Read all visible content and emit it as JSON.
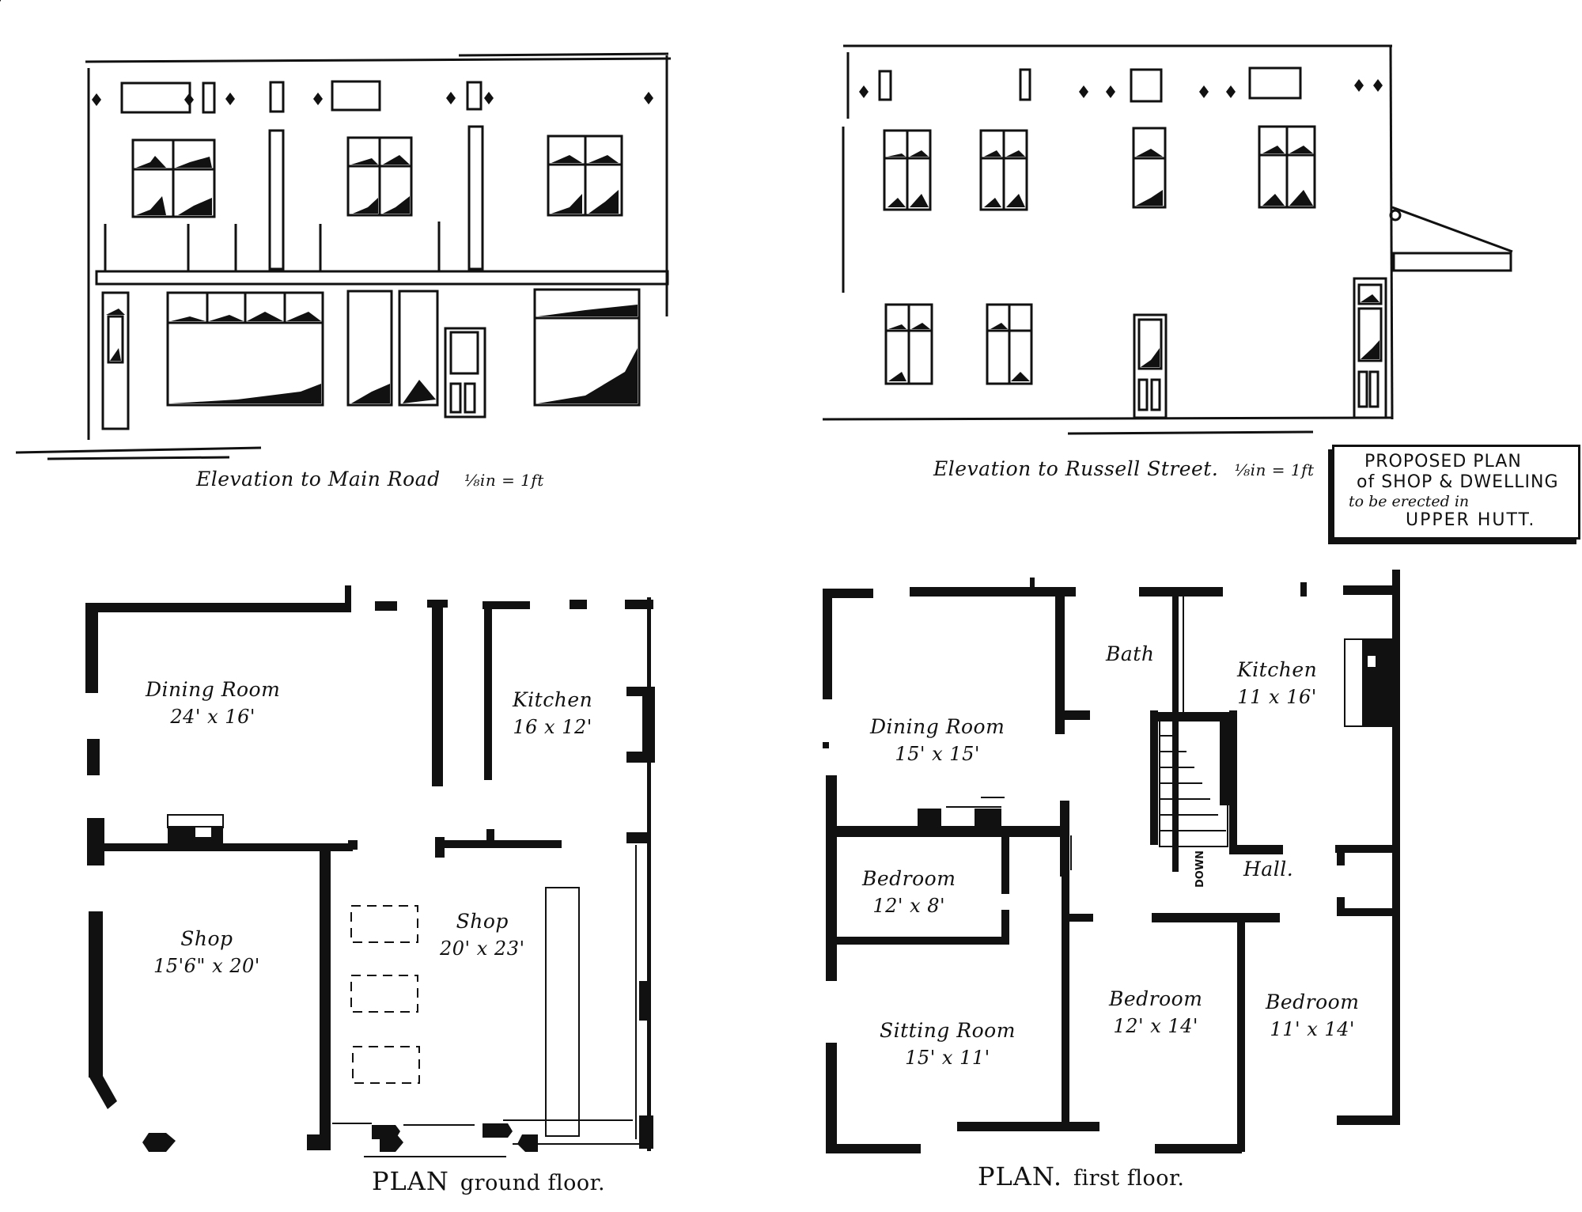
{
  "title_block": {
    "line1": "PROPOSED PLAN",
    "line2": "of SHOP & DWELLING",
    "line3": "to be erected in",
    "line4": "UPPER HUTT."
  },
  "elevations": [
    {
      "caption": "Elevation to Main Road",
      "scale": "⅛in = 1ft"
    },
    {
      "caption": "Elevation to Russell Street.",
      "scale": "⅛in = 1ft"
    }
  ],
  "plans": {
    "ground": {
      "caption_main": "PLAN",
      "caption_sub": "ground floor.",
      "rooms": [
        {
          "name": "Dining Room",
          "dim": "24' x 16'"
        },
        {
          "name": "Kitchen",
          "dim": "16 x 12'"
        },
        {
          "name": "Shop",
          "dim": "15'6\" x 20'"
        },
        {
          "name": "Shop",
          "dim": "20' x 23'"
        }
      ]
    },
    "first": {
      "caption_main": "PLAN.",
      "caption_sub": "first floor.",
      "stair_label": "DOWN",
      "rooms": [
        {
          "name": "Bath",
          "dim": ""
        },
        {
          "name": "Kitchen",
          "dim": "11 x 16'"
        },
        {
          "name": "Dining Room",
          "dim": "15' x 15'"
        },
        {
          "name": "Bedroom",
          "dim": "12' x 8'"
        },
        {
          "name": "Hall.",
          "dim": ""
        },
        {
          "name": "Sitting Room",
          "dim": "15' x 11'"
        },
        {
          "name": "Bedroom",
          "dim": "12' x 14'"
        },
        {
          "name": "Bedroom",
          "dim": "11' x 14'"
        }
      ]
    }
  },
  "colors": {
    "ink": "#111111",
    "paper": "#ffffff"
  }
}
